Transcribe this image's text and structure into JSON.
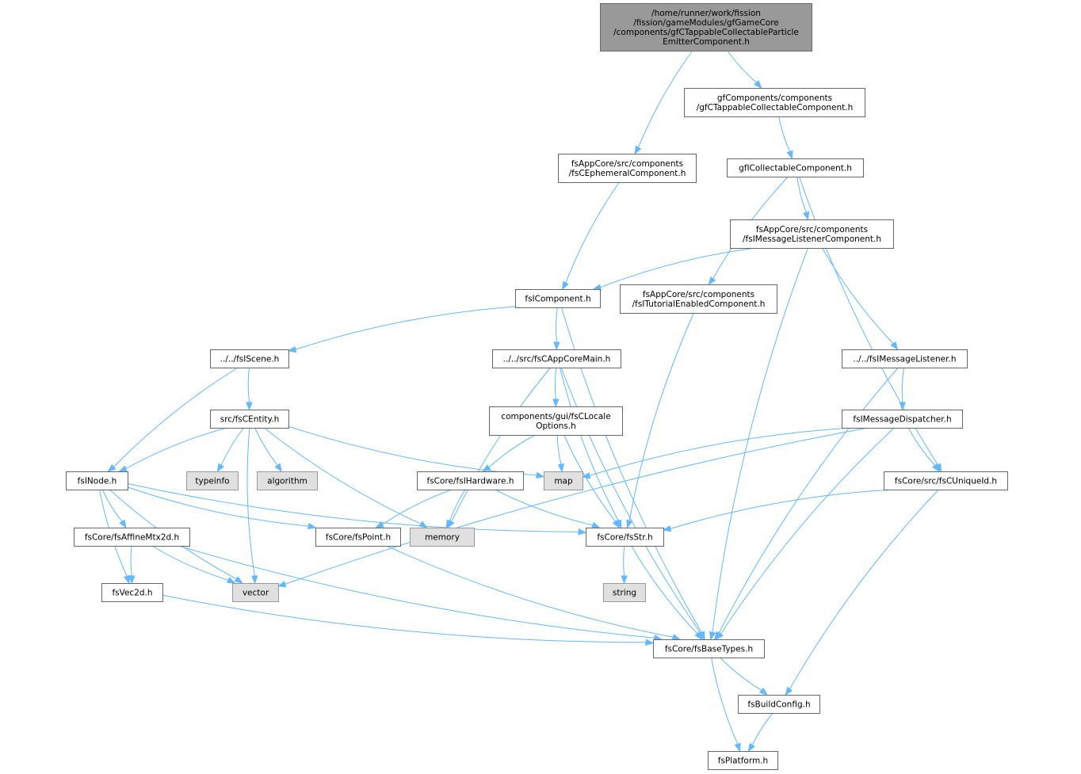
{
  "colors": {
    "edge": "#63b8ff",
    "node_fill": "#ffffff",
    "node_border": "#666666",
    "root_fill": "#999999",
    "root_border": "#666666",
    "system_fill": "#e0e0e0",
    "system_border": "#999999"
  },
  "nodes": {
    "root": {
      "lines": [
        "/home/runner/work/fission",
        "/fission/gameModules/gfGameCore",
        "/components/gfCTappableCollectableParticle",
        "EmitterComponent.h"
      ],
      "kind": "root"
    },
    "gfTappable": {
      "lines": [
        "gfComponents/components",
        "/gfCTappableCollectableComponent.h"
      ],
      "kind": "file"
    },
    "fsCEphemeral": {
      "lines": [
        "fsAppCore/src/components",
        "/fsCEphemeralComponent.h"
      ],
      "kind": "file"
    },
    "gfICollectable": {
      "lines": [
        "gfICollectableComponent.h"
      ],
      "kind": "file"
    },
    "fsIMsgListenerComp": {
      "lines": [
        "fsAppCore/src/components",
        "/fsIMessageListenerComponent.h"
      ],
      "kind": "file"
    },
    "fsIComponent": {
      "lines": [
        "fsIComponent.h"
      ],
      "kind": "file"
    },
    "fsITutorial": {
      "lines": [
        "fsAppCore/src/components",
        "/fsITutorialEnabledComponent.h"
      ],
      "kind": "file"
    },
    "fsIScene": {
      "lines": [
        "../../fsIScene.h"
      ],
      "kind": "file"
    },
    "fsCAppCoreMain": {
      "lines": [
        "../../src/fsCAppCoreMain.h"
      ],
      "kind": "file"
    },
    "fsIMsgListener": {
      "lines": [
        "../../fsIMessageListener.h"
      ],
      "kind": "file"
    },
    "fsCEntity": {
      "lines": [
        "src/fsCEntity.h"
      ],
      "kind": "file"
    },
    "fsCLocale": {
      "lines": [
        "components/gui/fsCLocale",
        "Options.h"
      ],
      "kind": "file"
    },
    "fsIMsgDispatcher": {
      "lines": [
        "fsIMessageDispatcher.h"
      ],
      "kind": "file"
    },
    "fsINode": {
      "lines": [
        "fsINode.h"
      ],
      "kind": "file"
    },
    "typeinfo": {
      "lines": [
        "typeinfo"
      ],
      "kind": "system"
    },
    "algorithm": {
      "lines": [
        "algorithm"
      ],
      "kind": "system"
    },
    "fsIHardware": {
      "lines": [
        "fsCore/fsIHardware.h"
      ],
      "kind": "file"
    },
    "map": {
      "lines": [
        "map"
      ],
      "kind": "system"
    },
    "fsCUniqueId": {
      "lines": [
        "fsCore/src/fsCUniqueId.h"
      ],
      "kind": "file"
    },
    "fsAffineMtx": {
      "lines": [
        "fsCore/fsAffineMtx2d.h"
      ],
      "kind": "file"
    },
    "fsPoint": {
      "lines": [
        "fsCore/fsPoint.h"
      ],
      "kind": "file"
    },
    "memory": {
      "lines": [
        "memory"
      ],
      "kind": "system"
    },
    "fsStr": {
      "lines": [
        "fsCore/fsStr.h"
      ],
      "kind": "file"
    },
    "fsVec2d": {
      "lines": [
        "fsVec2d.h"
      ],
      "kind": "file"
    },
    "vector": {
      "lines": [
        "vector"
      ],
      "kind": "system"
    },
    "string": {
      "lines": [
        "string"
      ],
      "kind": "system"
    },
    "fsBaseTypes": {
      "lines": [
        "fsCore/fsBaseTypes.h"
      ],
      "kind": "file"
    },
    "fsBuildConfig": {
      "lines": [
        "fsBuildConfig.h"
      ],
      "kind": "file"
    },
    "fsPlatform": {
      "lines": [
        "fsPlatform.h"
      ],
      "kind": "file"
    }
  },
  "edges": [
    [
      "root",
      "gfTappable"
    ],
    [
      "root",
      "fsCEphemeral"
    ],
    [
      "gfTappable",
      "gfICollectable"
    ],
    [
      "fsCEphemeral",
      "fsIComponent"
    ],
    [
      "gfICollectable",
      "fsIMsgListenerComp"
    ],
    [
      "gfICollectable",
      "fsITutorial"
    ],
    [
      "gfICollectable",
      "fsCUniqueId"
    ],
    [
      "fsIMsgListenerComp",
      "fsIComponent"
    ],
    [
      "fsIMsgListenerComp",
      "fsIMsgListener"
    ],
    [
      "fsIMsgListenerComp",
      "fsBaseTypes"
    ],
    [
      "fsIComponent",
      "fsIScene"
    ],
    [
      "fsIComponent",
      "fsCAppCoreMain"
    ],
    [
      "fsIComponent",
      "fsBaseTypes"
    ],
    [
      "fsITutorial",
      "fsStr"
    ],
    [
      "fsIScene",
      "fsCEntity"
    ],
    [
      "fsIScene",
      "fsINode"
    ],
    [
      "fsCAppCoreMain",
      "fsCLocale"
    ],
    [
      "fsCAppCoreMain",
      "memory"
    ],
    [
      "fsCAppCoreMain",
      "fsStr"
    ],
    [
      "fsCAppCoreMain",
      "fsBaseTypes"
    ],
    [
      "fsIMsgListener",
      "fsIMsgDispatcher"
    ],
    [
      "fsIMsgListener",
      "fsBaseTypes"
    ],
    [
      "fsCEntity",
      "fsINode"
    ],
    [
      "fsCEntity",
      "typeinfo"
    ],
    [
      "fsCEntity",
      "algorithm"
    ],
    [
      "fsCEntity",
      "map"
    ],
    [
      "fsCEntity",
      "memory"
    ],
    [
      "fsCEntity",
      "vector"
    ],
    [
      "fsCLocale",
      "fsIHardware"
    ],
    [
      "fsCLocale",
      "map"
    ],
    [
      "fsCLocale",
      "fsStr"
    ],
    [
      "fsIMsgDispatcher",
      "map"
    ],
    [
      "fsIMsgDispatcher",
      "fsCUniqueId"
    ],
    [
      "fsIMsgDispatcher",
      "vector"
    ],
    [
      "fsIMsgDispatcher",
      "fsBaseTypes"
    ],
    [
      "fsINode",
      "fsAffineMtx"
    ],
    [
      "fsINode",
      "fsPoint"
    ],
    [
      "fsINode",
      "fsStr"
    ],
    [
      "fsINode",
      "fsVec2d"
    ],
    [
      "fsINode",
      "vector"
    ],
    [
      "fsIHardware",
      "fsPoint"
    ],
    [
      "fsIHardware",
      "memory"
    ],
    [
      "fsIHardware",
      "fsStr"
    ],
    [
      "fsCUniqueId",
      "fsStr"
    ],
    [
      "fsCUniqueId",
      "fsBuildConfig"
    ],
    [
      "fsAffineMtx",
      "fsVec2d"
    ],
    [
      "fsAffineMtx",
      "vector"
    ],
    [
      "fsAffineMtx",
      "fsBaseTypes"
    ],
    [
      "fsPoint",
      "fsBaseTypes"
    ],
    [
      "fsStr",
      "string"
    ],
    [
      "fsStr",
      "fsBaseTypes"
    ],
    [
      "fsVec2d",
      "fsBaseTypes"
    ],
    [
      "fsBaseTypes",
      "fsBuildConfig"
    ],
    [
      "fsBaseTypes",
      "fsPlatform"
    ],
    [
      "fsBuildConfig",
      "fsPlatform"
    ]
  ]
}
